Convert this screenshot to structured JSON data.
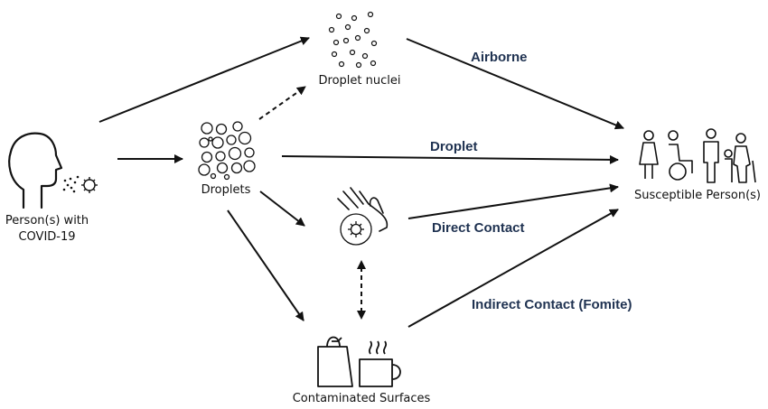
{
  "nodes": {
    "source": {
      "label_line1": "Person(s) with",
      "label_line2": "COVID-19"
    },
    "droplets": {
      "label": "Droplets"
    },
    "droplet_nuclei": {
      "label": "Droplet nuclei"
    },
    "susceptible": {
      "label": "Susceptible Person(s)"
    },
    "surfaces": {
      "label": "Contaminated Surfaces"
    }
  },
  "routes": {
    "airborne": "Airborne",
    "droplet": "Droplet",
    "direct_contact": "Direct Contact",
    "indirect_contact": "Indirect Contact (Fomite)"
  },
  "colors": {
    "route_text": "#1f3251",
    "line": "#111111"
  },
  "icons": [
    "person-sneezing-icon",
    "virus-icon",
    "bubbles-icon",
    "hand-icon",
    "shopping-bag-icon",
    "coffee-cup-icon",
    "people-group-icon"
  ]
}
